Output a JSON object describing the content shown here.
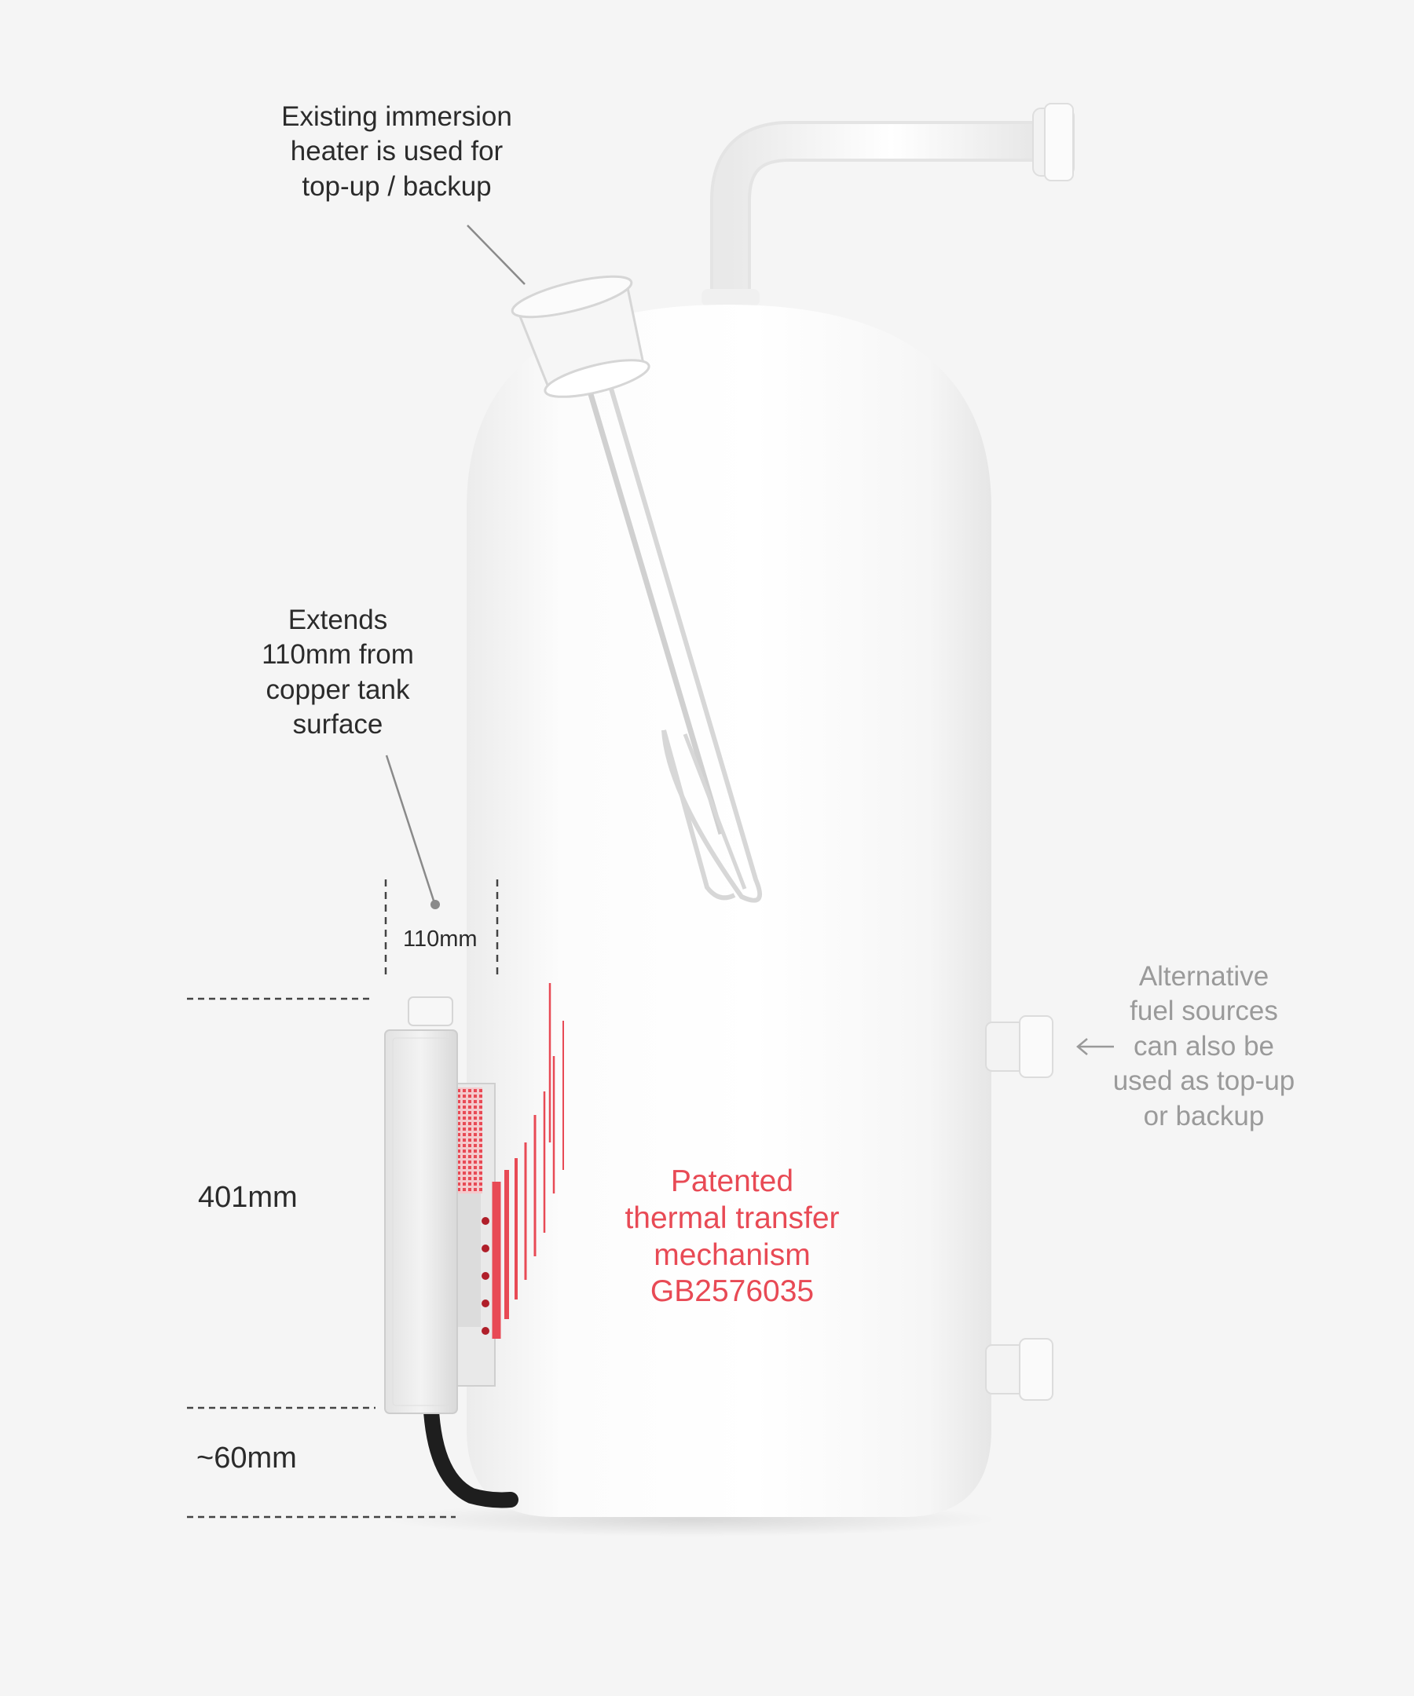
{
  "annotations": {
    "immersion_heater": [
      "Existing immersion",
      "heater is used for",
      "top-up / backup"
    ],
    "extends": [
      "Extends",
      "110mm from",
      "copper tank",
      "surface"
    ],
    "alternative_fuel": [
      "Alternative",
      "fuel sources",
      "can also be",
      "used as top-up",
      "or backup"
    ],
    "patent": [
      "Patented",
      "thermal transfer",
      "mechanism",
      "GB2576035"
    ]
  },
  "dimensions": {
    "depth": "110mm",
    "height": "401mm",
    "clearance": "~60mm"
  },
  "colors": {
    "background": "#f5f5f5",
    "tank": "#ffffff",
    "accent_red": "#e84a55",
    "annotation_dark": "#2b2b2b",
    "annotation_grey": "#9a9a9a"
  },
  "icons": {
    "fuel_arrow": "left-arrow-icon",
    "leader_dot": "dot-icon"
  }
}
